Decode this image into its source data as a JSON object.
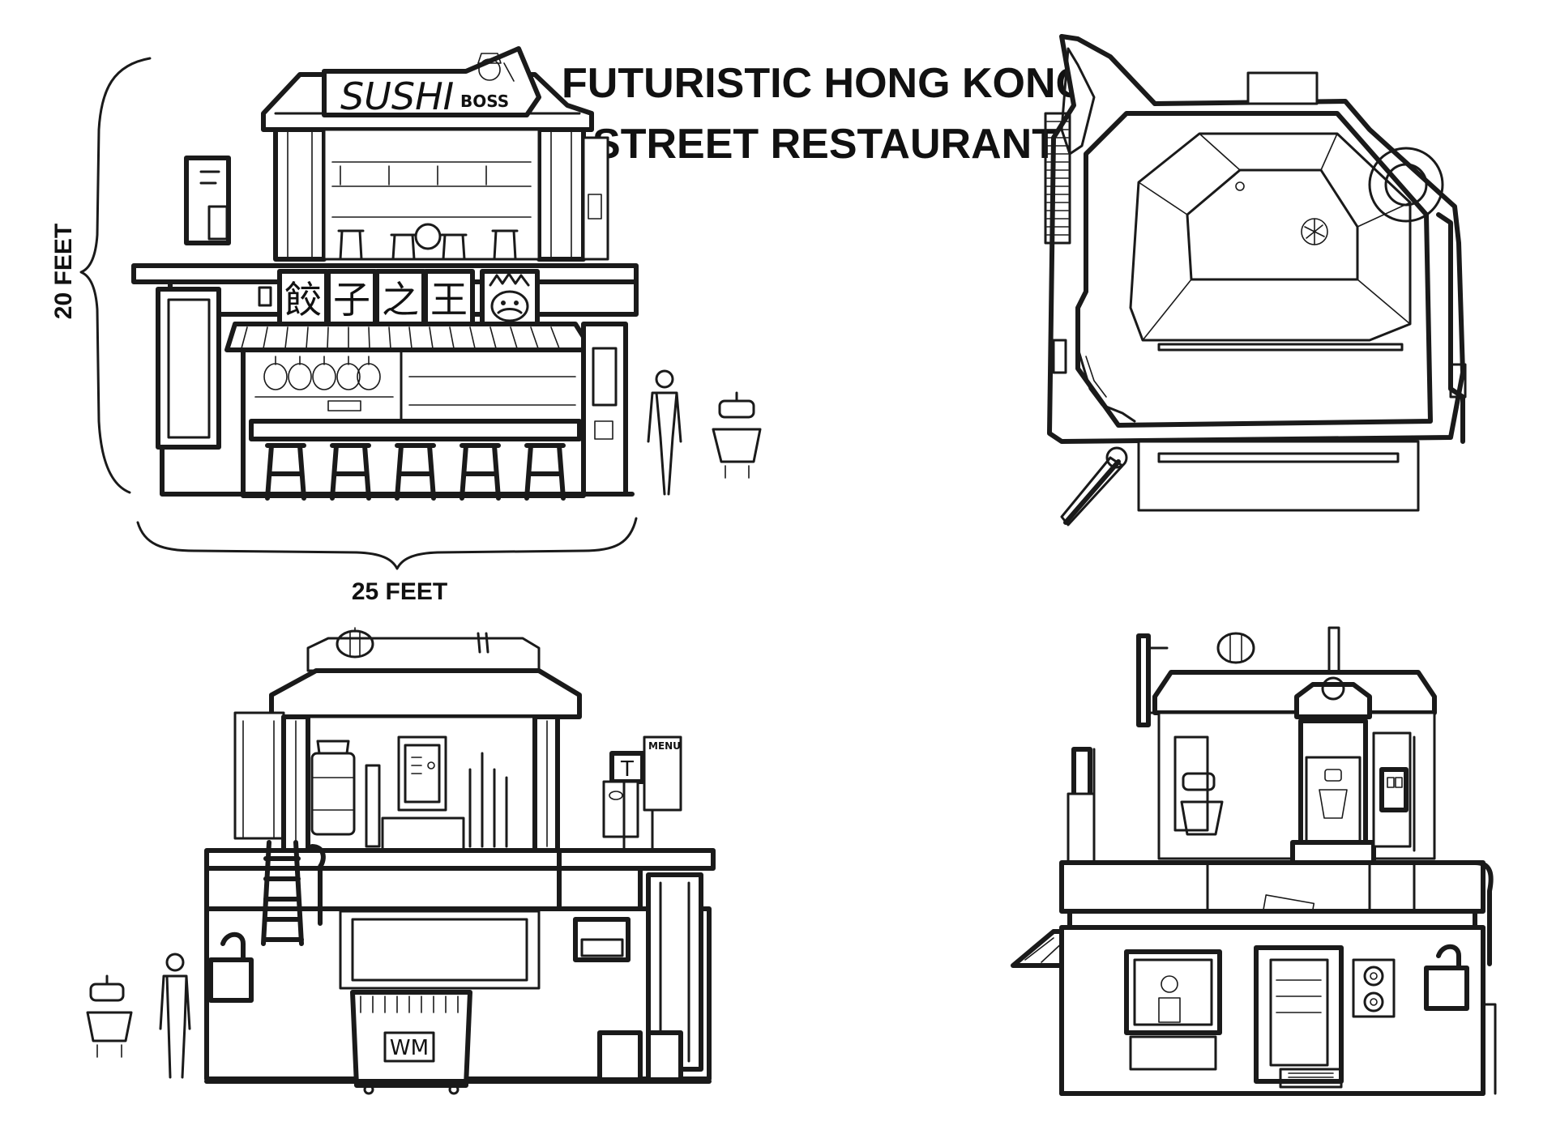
{
  "title": {
    "line1": "FUTURISTIC HONG KONG",
    "line2": "STREET RESTAURANT"
  },
  "dimensions": {
    "height_label": "20 FEET",
    "width_label": "25 FEET"
  },
  "signs": {
    "top_sign": "SUSHI",
    "top_sign_small": "BOSS",
    "banner_chars": [
      "餃",
      "子",
      "之",
      "王"
    ],
    "back_sign": "T",
    "menu_sign": "MENU",
    "dumpster_label": "WM"
  },
  "icons": [
    "king-mascot-icon",
    "chef-mascot-icon",
    "lantern-icon",
    "robot-icon"
  ]
}
